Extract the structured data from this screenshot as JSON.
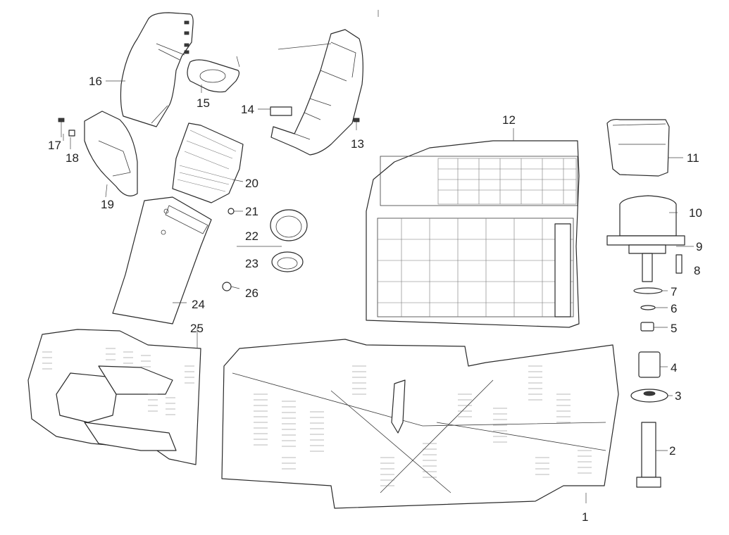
{
  "callouts": {
    "l1": "1",
    "l2": "2",
    "l3": "3",
    "l4": "4",
    "l5": "5",
    "l6": "6",
    "l7": "7",
    "l8": "8",
    "l9": "9",
    "l10": "10",
    "l11": "11",
    "l12": "12",
    "l13": "13",
    "l14": "14",
    "l15": "15",
    "l16": "16",
    "l17": "17",
    "l18": "18",
    "l19": "19",
    "l20": "20",
    "l21": "21",
    "l22": "22",
    "l23": "23",
    "l24": "24",
    "l25": "25",
    "l26": "26"
  }
}
